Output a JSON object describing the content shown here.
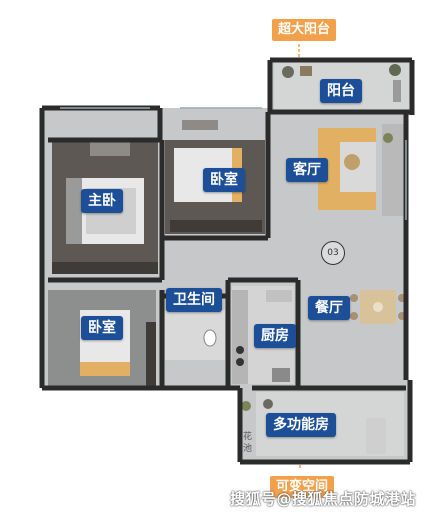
{
  "callouts": {
    "top": "超大阳台",
    "bottom": "可变空间"
  },
  "rooms": {
    "balcony": "阳台",
    "living": "客厅",
    "master_bedroom": "主卧",
    "bedroom_top": "卧室",
    "bathroom": "卫生间",
    "dining": "餐厅",
    "bedroom_bottom": "卧室",
    "kitchen": "厨房",
    "multi_room": "多功能房"
  },
  "planter": {
    "line1": "花",
    "line2": "池"
  },
  "unit_number": "03",
  "watermark": "搜狐号@搜狐焦点防城港站",
  "colors": {
    "callout_bg": "#f3a04b",
    "label_bg": "#1c4f98",
    "wall": "#2b2b2b",
    "floor": "#c9cbcc",
    "wood_floor": "#5a5552"
  }
}
